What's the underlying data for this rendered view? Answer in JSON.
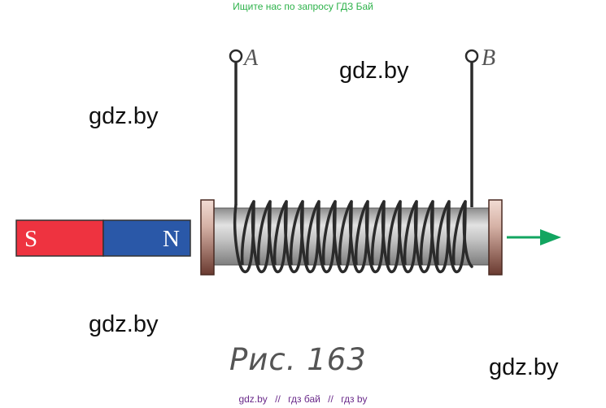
{
  "banner": {
    "text": "Ищите нас по запросу ГДЗ Бай"
  },
  "watermarks": [
    "gdz.by",
    "gdz.by",
    "gdz.by",
    "gdz.by"
  ],
  "diagram": {
    "terminal_a": "A",
    "terminal_b": "B",
    "magnet_south": "S",
    "magnet_north": "N",
    "colors": {
      "south_pole": "#ee3340",
      "north_pole": "#2a58a8",
      "arrow": "#12a560",
      "coil_wire": "#2b2b2b",
      "core": "#b9b9b9",
      "end_cap": "#7a4a40"
    }
  },
  "caption": {
    "text": "Рис. 163"
  },
  "footer": {
    "link1": "gdz.by",
    "sep1": "//",
    "link2": "гдз бай",
    "sep2": "//",
    "link3": "гдз by"
  }
}
